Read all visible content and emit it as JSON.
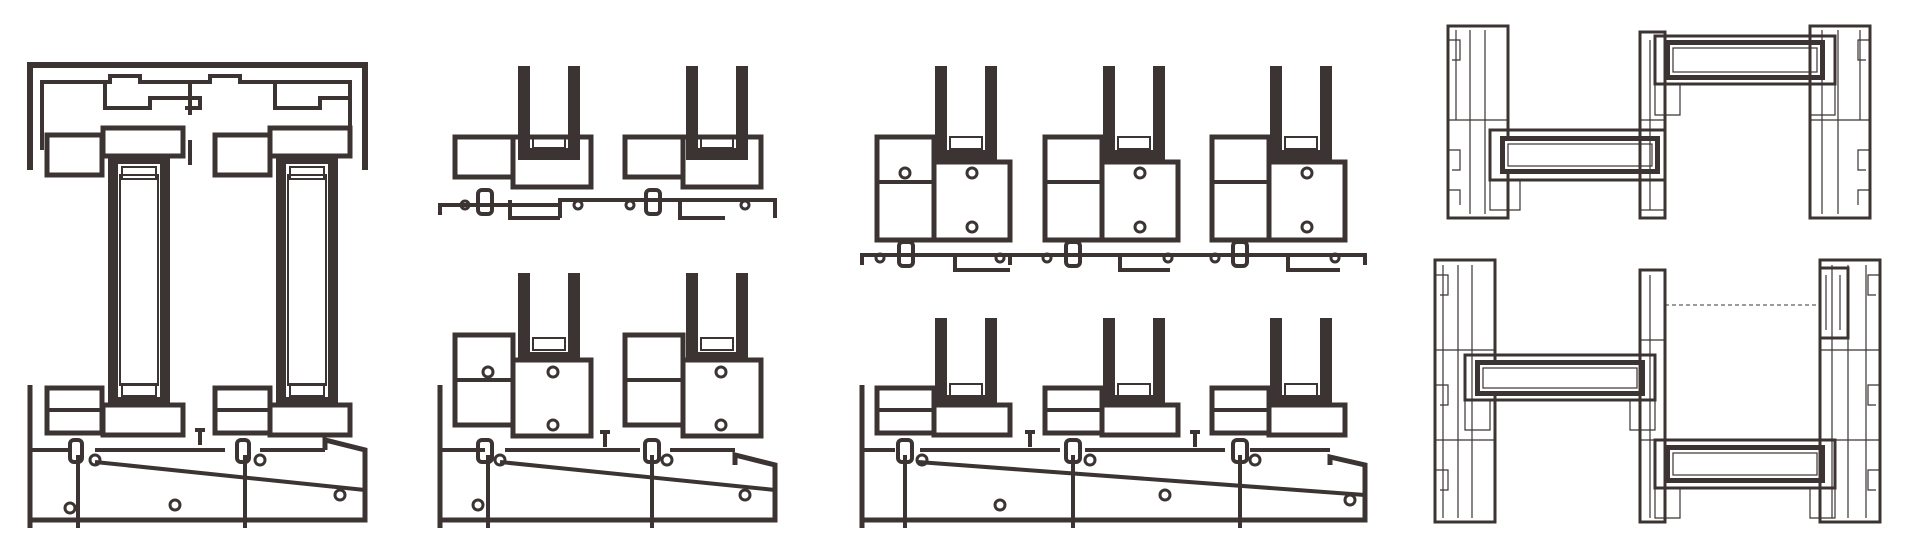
{
  "figure": {
    "colors": {
      "profile": "#3b3432",
      "background": "#ffffff",
      "glass_label": "#ffffff"
    },
    "panels": [
      {
        "id": "two-track-sliding-section"
      },
      {
        "id": "two-track-fixed-sash-section"
      },
      {
        "id": "three-track-sliding-section"
      },
      {
        "id": "plan-interlock-section"
      }
    ]
  }
}
